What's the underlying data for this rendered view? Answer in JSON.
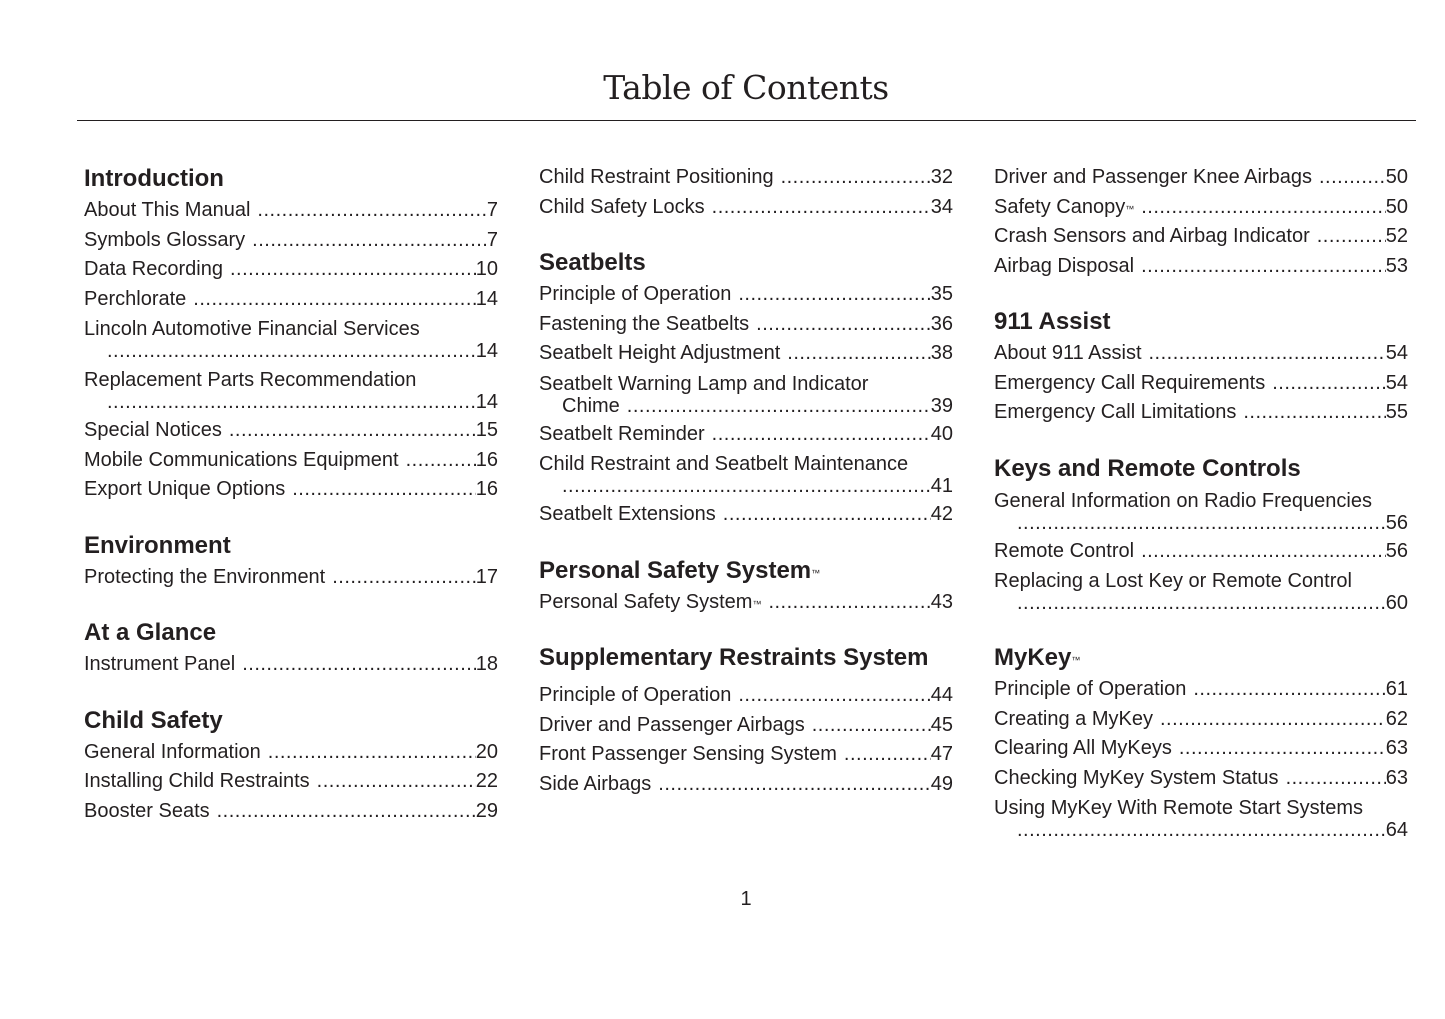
{
  "title": "Table of Contents",
  "page_number": "1",
  "columns": [
    {
      "sections": [
        {
          "heading": "Introduction",
          "entries": [
            {
              "title": "About This Manual",
              "page": "7"
            },
            {
              "title": "Symbols Glossary",
              "page": "7"
            },
            {
              "title": "Data Recording",
              "page": "10"
            },
            {
              "title": "Perchlorate",
              "page": "14"
            },
            {
              "title": "Lincoln Automotive Financial Services",
              "page": "14",
              "wrap": true
            },
            {
              "title": "Replacement Parts Recommendation",
              "page": "14",
              "wrap": true
            },
            {
              "title": "Special Notices",
              "page": "15"
            },
            {
              "title": "Mobile Communications Equipment",
              "page": "16"
            },
            {
              "title": "Export Unique Options",
              "page": "16"
            }
          ]
        },
        {
          "heading": "Environment",
          "entries": [
            {
              "title": "Protecting the Environment",
              "page": "17"
            }
          ]
        },
        {
          "heading": "At a Glance",
          "entries": [
            {
              "title": "Instrument Panel",
              "page": "18"
            }
          ]
        },
        {
          "heading": "Child Safety",
          "entries": [
            {
              "title": "General Information",
              "page": "20"
            },
            {
              "title": "Installing Child Restraints",
              "page": "22"
            },
            {
              "title": "Booster Seats",
              "page": "29"
            }
          ]
        }
      ]
    },
    {
      "sections": [
        {
          "heading": "",
          "entries": [
            {
              "title": "Child Restraint Positioning",
              "page": "32"
            },
            {
              "title": "Child Safety Locks",
              "page": "34"
            }
          ]
        },
        {
          "heading": "Seatbelts",
          "entries": [
            {
              "title": "Principle of Operation",
              "page": "35"
            },
            {
              "title": "Fastening the Seatbelts",
              "page": "36"
            },
            {
              "title": "Seatbelt Height Adjustment",
              "page": "38"
            },
            {
              "title": "Seatbelt Warning Lamp and Indicator",
              "title2": "Chime",
              "page": "39",
              "wrap": true
            },
            {
              "title": "Seatbelt Reminder",
              "page": "40"
            },
            {
              "title": "Child Restraint and Seatbelt Maintenance",
              "page": "41",
              "wrap": true
            },
            {
              "title": "Seatbelt Extensions",
              "page": "42"
            }
          ]
        },
        {
          "heading": "Personal Safety System",
          "heading_tm": "™",
          "entries": [
            {
              "title": "Personal Safety System",
              "tm": "™",
              "page": "43"
            }
          ]
        },
        {
          "heading": "Supplementary Restraints System",
          "gap": true,
          "entries": [
            {
              "title": "Principle of Operation",
              "page": "44"
            },
            {
              "title": "Driver and Passenger Airbags",
              "page": "45"
            },
            {
              "title": "Front Passenger Sensing System",
              "page": "47"
            },
            {
              "title": "Side Airbags",
              "page": "49"
            }
          ]
        }
      ]
    },
    {
      "sections": [
        {
          "heading": "",
          "entries": [
            {
              "title": "Driver and Passenger Knee Airbags",
              "page": "50"
            },
            {
              "title": "Safety Canopy",
              "tm": "™",
              "page": "50"
            },
            {
              "title": "Crash Sensors and Airbag Indicator",
              "page": "52"
            },
            {
              "title": "Airbag Disposal",
              "page": "53"
            }
          ]
        },
        {
          "heading": "911 Assist",
          "entries": [
            {
              "title": "About 911 Assist",
              "page": "54"
            },
            {
              "title": "Emergency Call Requirements",
              "page": "54"
            },
            {
              "title": "Emergency Call Limitations",
              "page": "55"
            }
          ]
        },
        {
          "heading": "Keys and Remote Controls",
          "entries": [
            {
              "title": "General Information on Radio Frequencies",
              "page": "56",
              "wrap": true
            },
            {
              "title": "Remote Control",
              "page": "56"
            },
            {
              "title": "Replacing a Lost Key or Remote Control",
              "page": "60",
              "wrap": true
            }
          ]
        },
        {
          "heading": "MyKey",
          "heading_tm": "™",
          "entries": [
            {
              "title": "Principle of Operation",
              "page": "61"
            },
            {
              "title": "Creating a MyKey",
              "page": "62"
            },
            {
              "title": "Clearing All MyKeys",
              "page": "63"
            },
            {
              "title": "Checking MyKey System Status",
              "page": "63"
            },
            {
              "title": "Using MyKey With Remote Start Systems",
              "page": "64",
              "wrap": true
            }
          ]
        }
      ]
    }
  ]
}
